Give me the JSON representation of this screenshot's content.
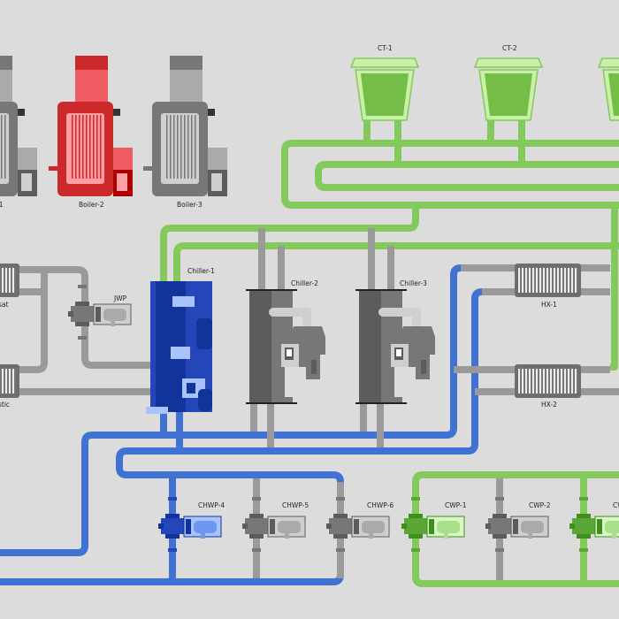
{
  "colors": {
    "background": "#dcdcdc",
    "condenser_water": "#84c95c",
    "chilled_water": "#3f72d2",
    "inactive": "#9a9a9a",
    "boiler_active": "#cc2a2a"
  },
  "labels": {
    "boiler1": "-1",
    "boiler2": "Boiler-2",
    "boiler3": "Boiler-3",
    "ct1": "CT-1",
    "ct2": "CT-2",
    "chiller1": "Chiller-1",
    "chiller2": "Chiller-2",
    "chiller3": "Chiller-3",
    "jwp": "JWP",
    "hx_left_top": "sat",
    "hx_left_bottom": "stic",
    "hx1": "HX-1",
    "hx2": "HX-2",
    "chwp4": "CHWP-4",
    "chwp5": "CHWP-5",
    "chwp6": "CHWP-6",
    "cwp1": "CWP-1",
    "cwp2": "CWP-2",
    "cwp3": "CW"
  },
  "equipment_status": {
    "boiler1": "off",
    "boiler2": "on",
    "boiler3": "off",
    "ct1": "on",
    "ct2": "on",
    "ct3": "on",
    "chiller1": "on",
    "chiller2": "off",
    "chiller3": "off",
    "jwp": "off",
    "chwp4": "on",
    "chwp5": "off",
    "chwp6": "off",
    "cwp1": "on",
    "cwp2": "off",
    "cwp3": "on"
  }
}
